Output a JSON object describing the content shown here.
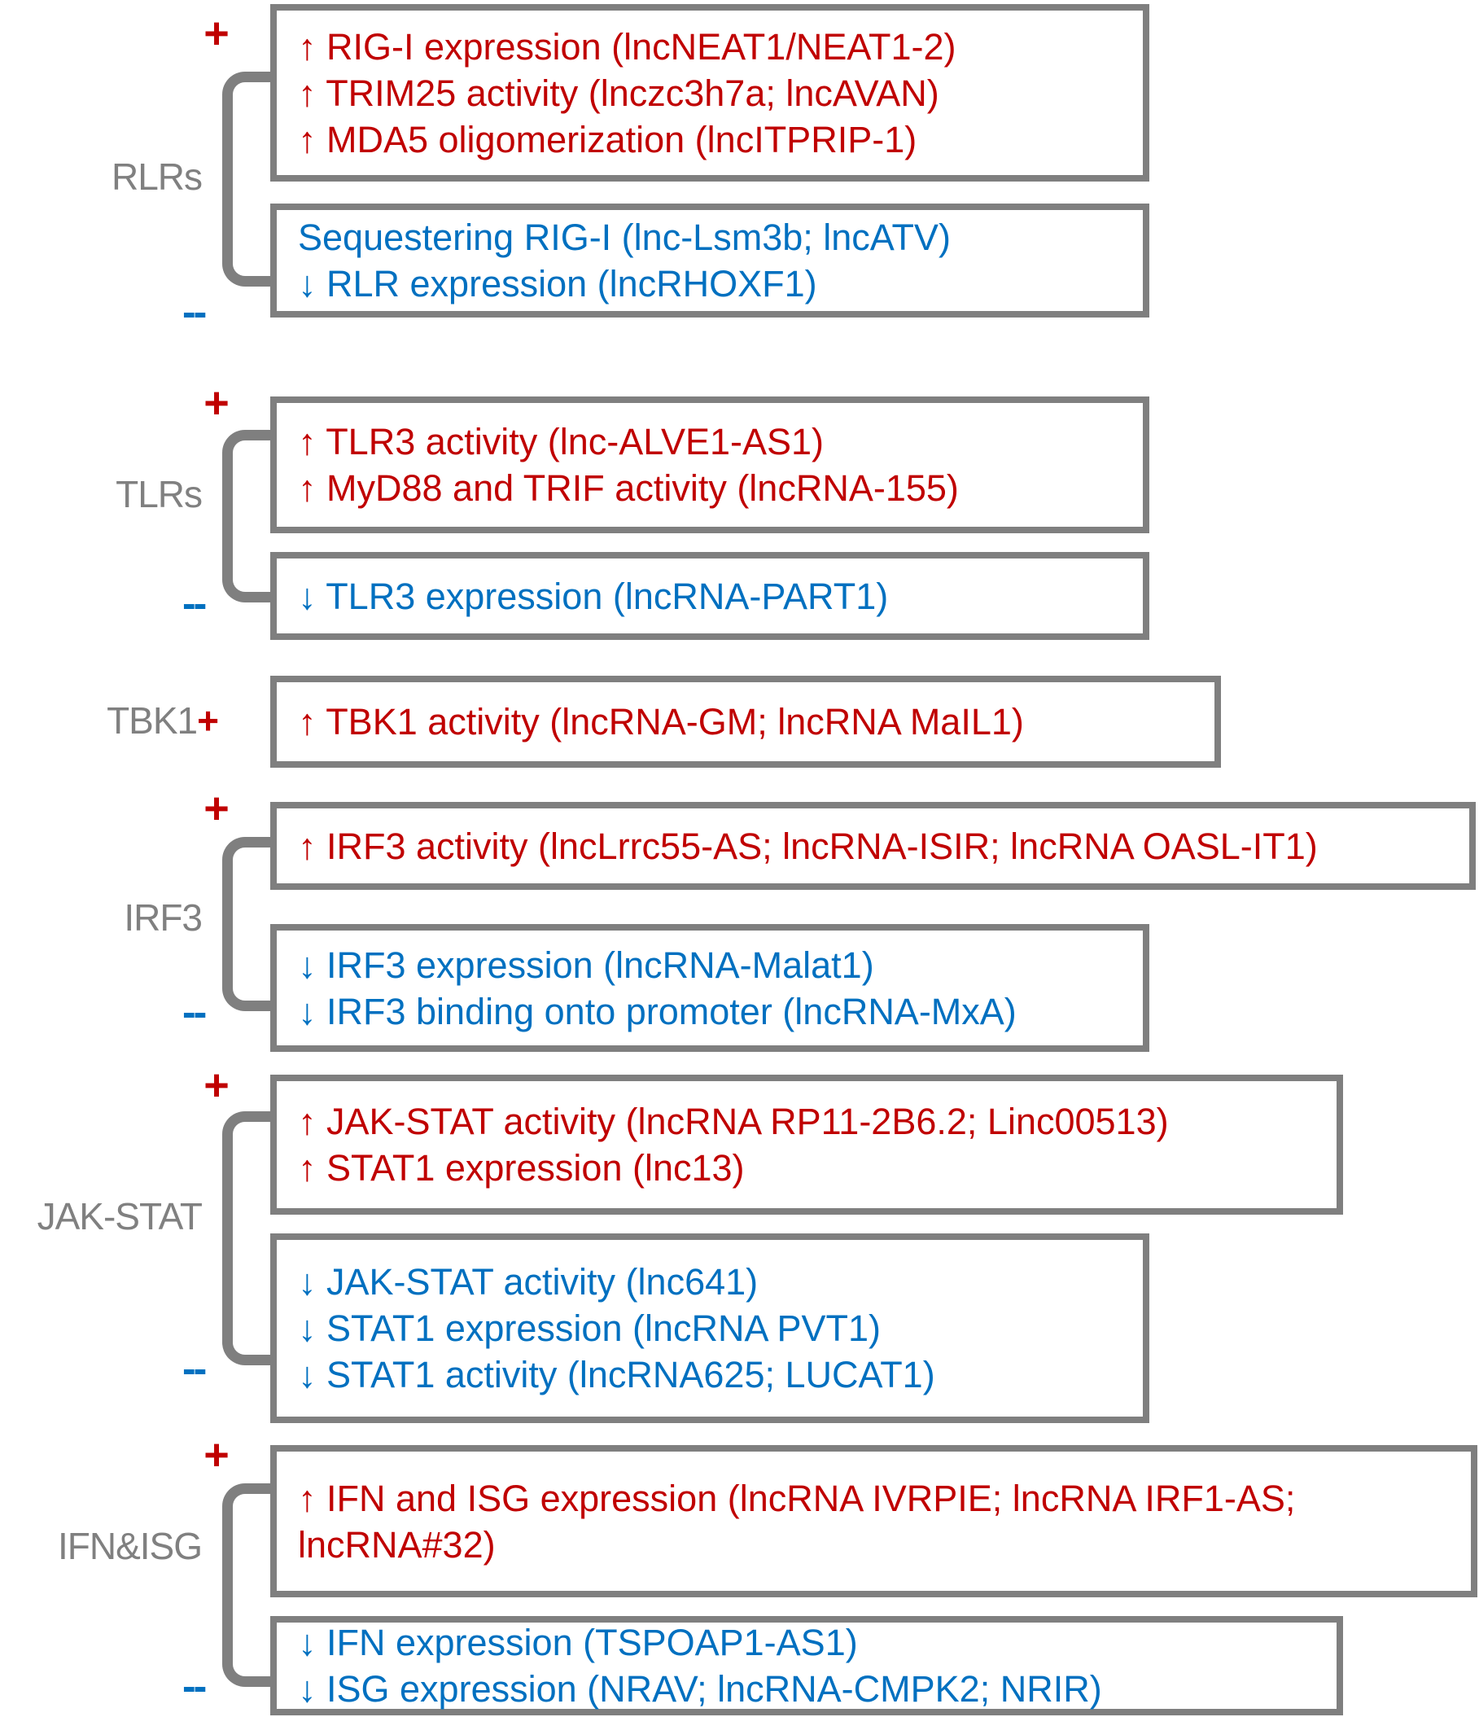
{
  "colors": {
    "positive_text": "#c00000",
    "negative_text": "#0070c0",
    "label_gray": "#808080",
    "box_border_gray": "#7f7f7f"
  },
  "sections": [
    {
      "label": "RLRs",
      "plus": "+",
      "minus": "--",
      "positive_lines": [
        "↑ RIG-I expression (lncNEAT1/NEAT1-2)",
        "↑ TRIM25 activity (lnczc3h7a; lncAVAN)",
        "↑ MDA5 oligomerization (lncITPRIP-1)"
      ],
      "negative_lines": [
        "Sequestering RIG-I (lnc-Lsm3b; lncATV)",
        "↓ RLR expression (lncRHOXF1)"
      ]
    },
    {
      "label": "TLRs",
      "plus": "+",
      "minus": "--",
      "positive_lines": [
        "↑ TLR3 activity (lnc-ALVE1-AS1)",
        "↑ MyD88 and TRIF activity (lncRNA-155)"
      ],
      "negative_lines": [
        "↓ TLR3 expression (lncRNA-PART1)"
      ]
    },
    {
      "label": "TBK1",
      "plus": "+",
      "positive_lines": [
        "↑ TBK1 activity (lncRNA-GM; lncRNA MaIL1)"
      ]
    },
    {
      "label": "IRF3",
      "plus": "+",
      "minus": "--",
      "positive_lines": [
        "↑ IRF3 activity (lncLrrc55-AS; lncRNA-ISIR; lncRNA OASL-IT1)"
      ],
      "negative_lines": [
        "↓ IRF3 expression (lncRNA-Malat1)",
        "↓ IRF3 binding onto promoter (lncRNA-MxA)"
      ]
    },
    {
      "label": "JAK-STAT",
      "plus": "+",
      "minus": "--",
      "positive_lines": [
        "↑ JAK-STAT activity (lncRNA RP11-2B6.2; Linc00513)",
        "↑ STAT1 expression (lnc13)"
      ],
      "negative_lines": [
        "↓ JAK-STAT activity (lnc641)",
        "↓ STAT1 expression (lncRNA PVT1)",
        "↓ STAT1 activity (lncRNA625; LUCAT1)"
      ]
    },
    {
      "label": "IFN&ISG",
      "plus": "+",
      "minus": "--",
      "positive_lines": [
        "↑ IFN and ISG expression (lncRNA IVRPIE; lncRNA IRF1-AS;",
        "lncRNA#32)"
      ],
      "negative_lines": [
        "↓ IFN expression (TSPOAP1-AS1)",
        "↓ ISG expression (NRAV; lncRNA-CMPK2; NRIR)"
      ]
    }
  ]
}
